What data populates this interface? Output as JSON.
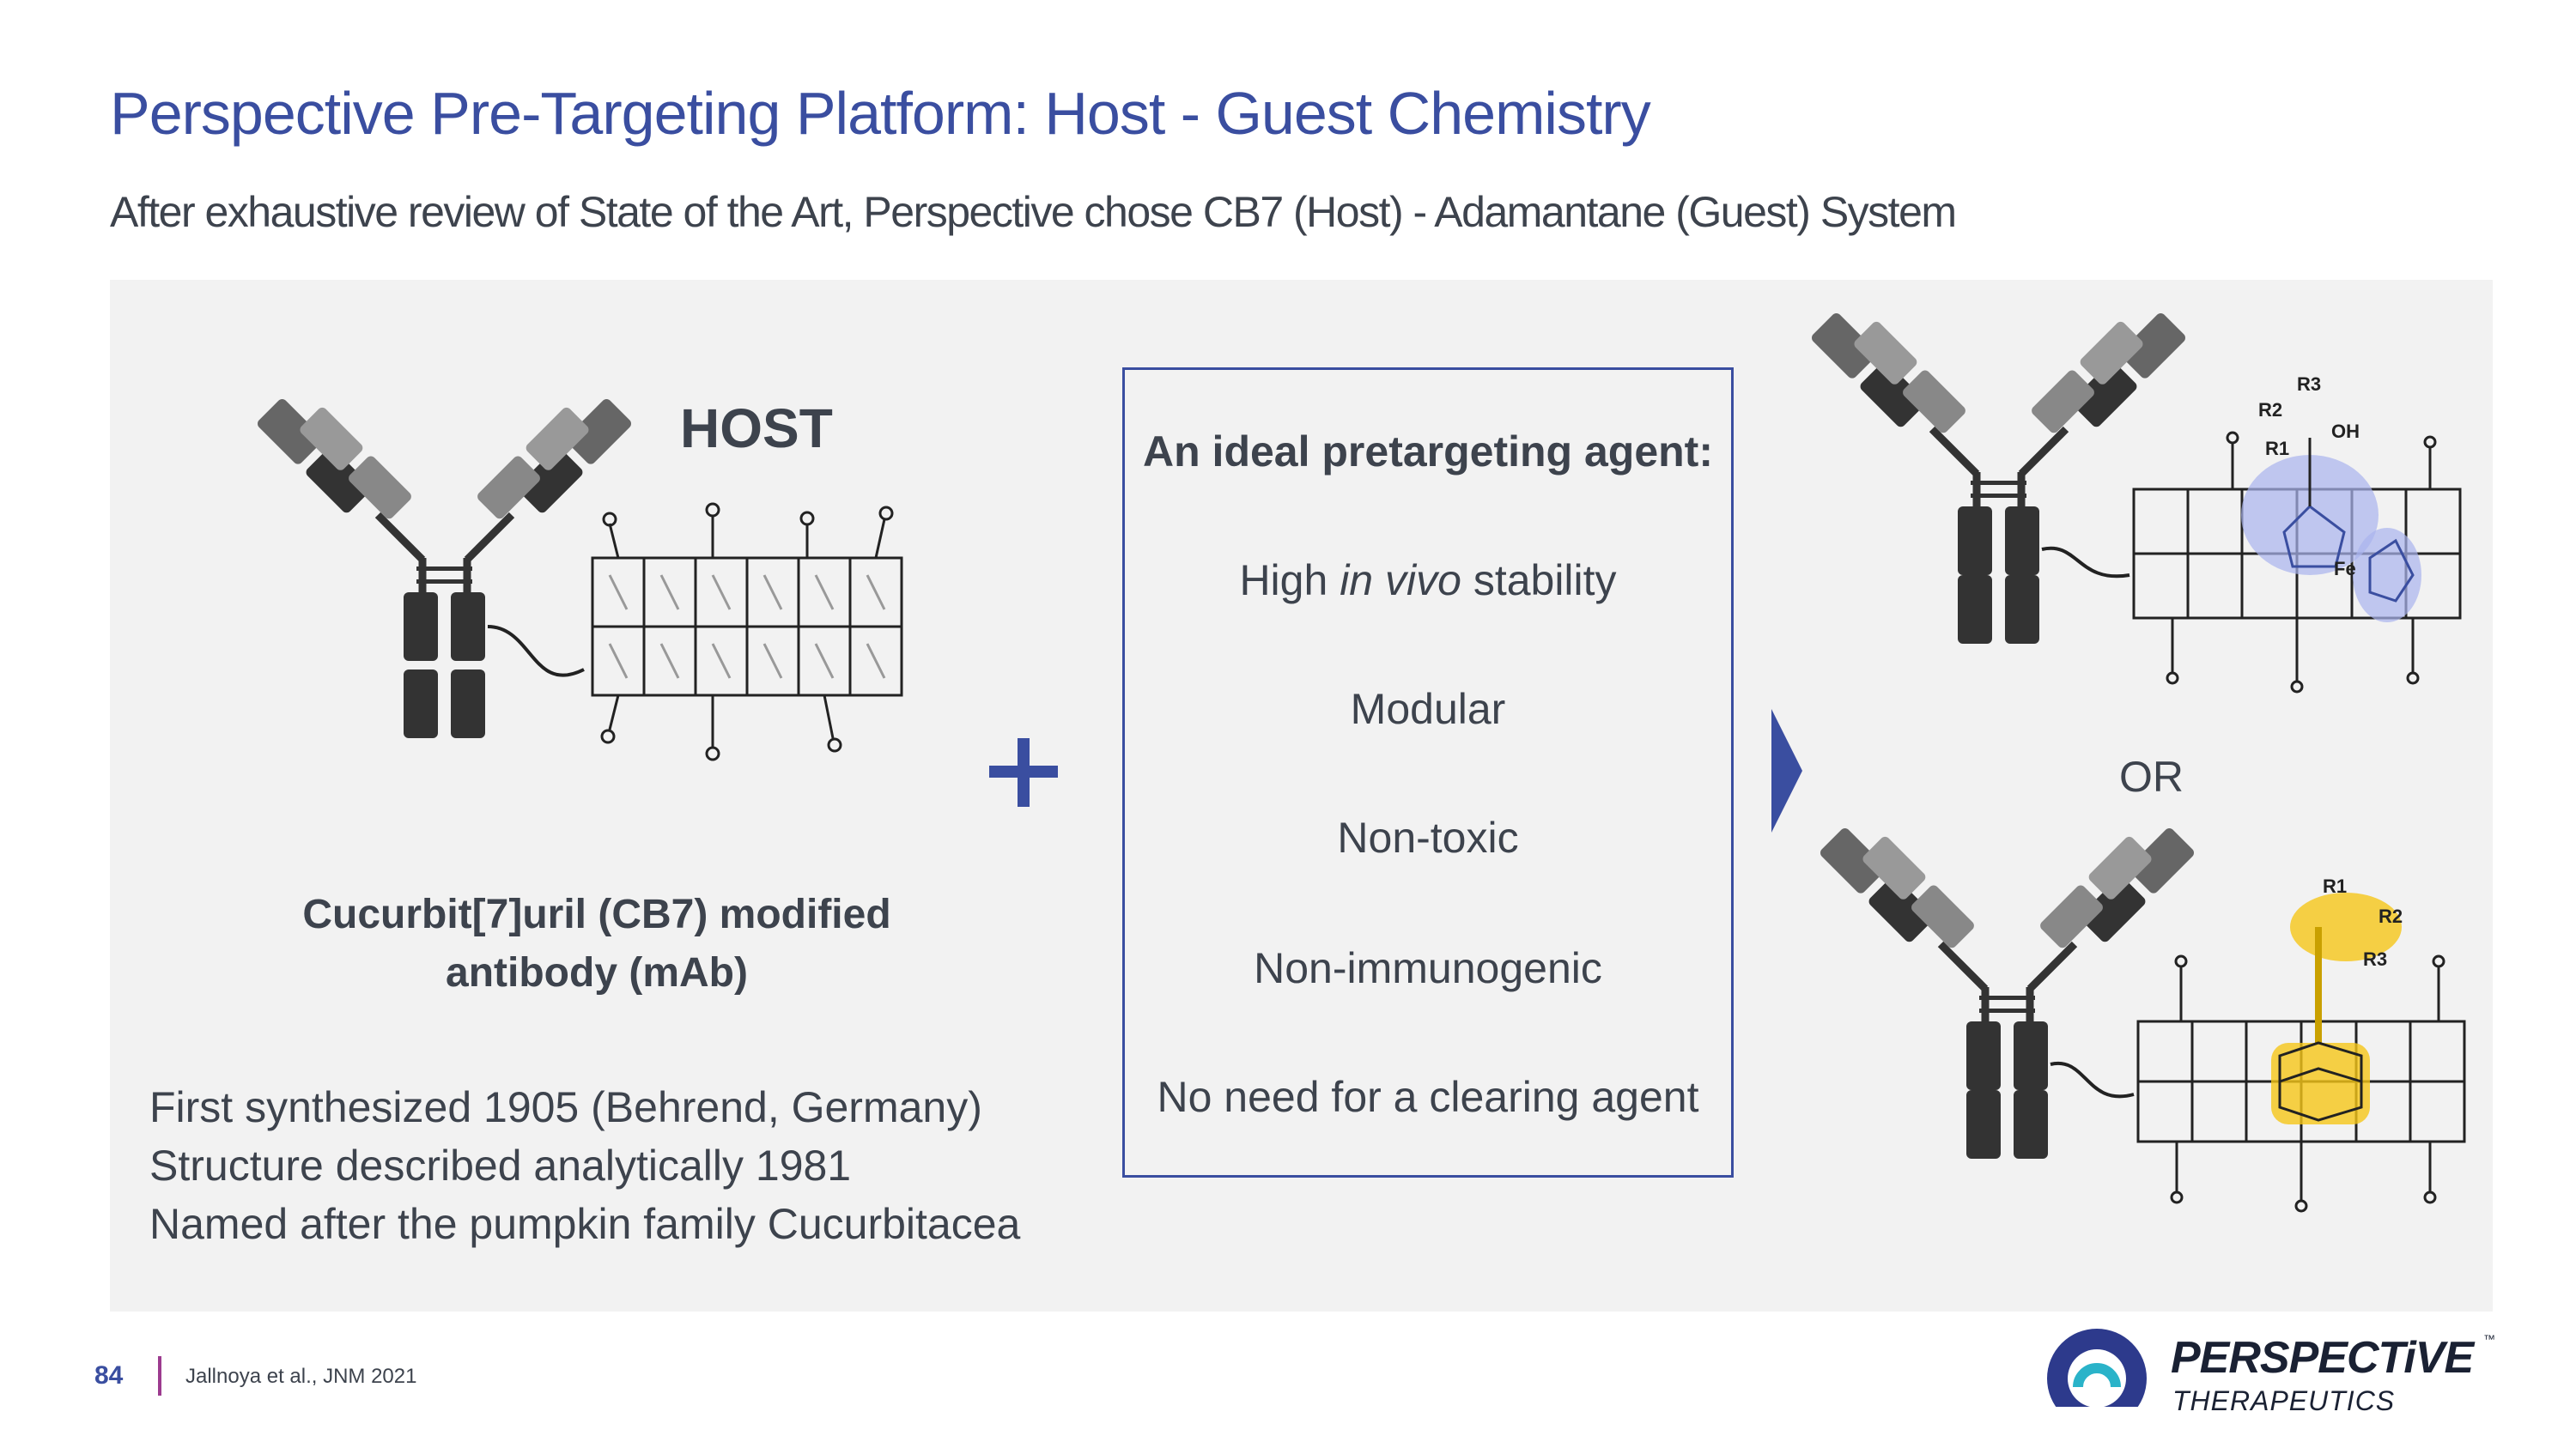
{
  "header": {
    "title": "Perspective Pre-Targeting Platform: Host - Guest Chemistry",
    "subtitle": "After exhaustive review of State of the Art, Perspective chose CB7 (Host) - Adamantane (Guest) System"
  },
  "left": {
    "host_label": "HOST",
    "caption_line1": "Cucurbit[7]uril (CB7) modified",
    "caption_line2": "antibody (mAb)",
    "facts": [
      "First synthesized 1905 (Behrend, Germany)",
      "Structure described analytically 1981",
      "Named after the pumpkin family Cucurbitacea"
    ]
  },
  "box": {
    "title": "An ideal pretargeting agent:",
    "item1_prefix": "High ",
    "item1_italic": "in vivo",
    "item1_suffix": " stability",
    "item2": "Modular",
    "item3": "Non-toxic",
    "item4": "Non-immunogenic",
    "item5": "No need for a clearing agent"
  },
  "right": {
    "or_label": "OR",
    "complex_labels_top": [
      "R2",
      "R3",
      "R1",
      "OH",
      "Fe"
    ],
    "complex_labels_bottom": [
      "R1",
      "R2",
      "R3"
    ]
  },
  "footer": {
    "page_number": "84",
    "reference": "Jallnoya et al., JNM 2021"
  },
  "logo": {
    "brand": "PERSPECTiVE",
    "tm": "™",
    "sub": "THERAPEUTICS"
  },
  "colors": {
    "accent": "#3a4ea0",
    "text": "#3d434d",
    "panel": "#f2f2f2",
    "ferrocene_highlight": "#aab4ee",
    "adamantane_highlight": "#f5c518",
    "footer_bar": "#9c3b8f"
  }
}
